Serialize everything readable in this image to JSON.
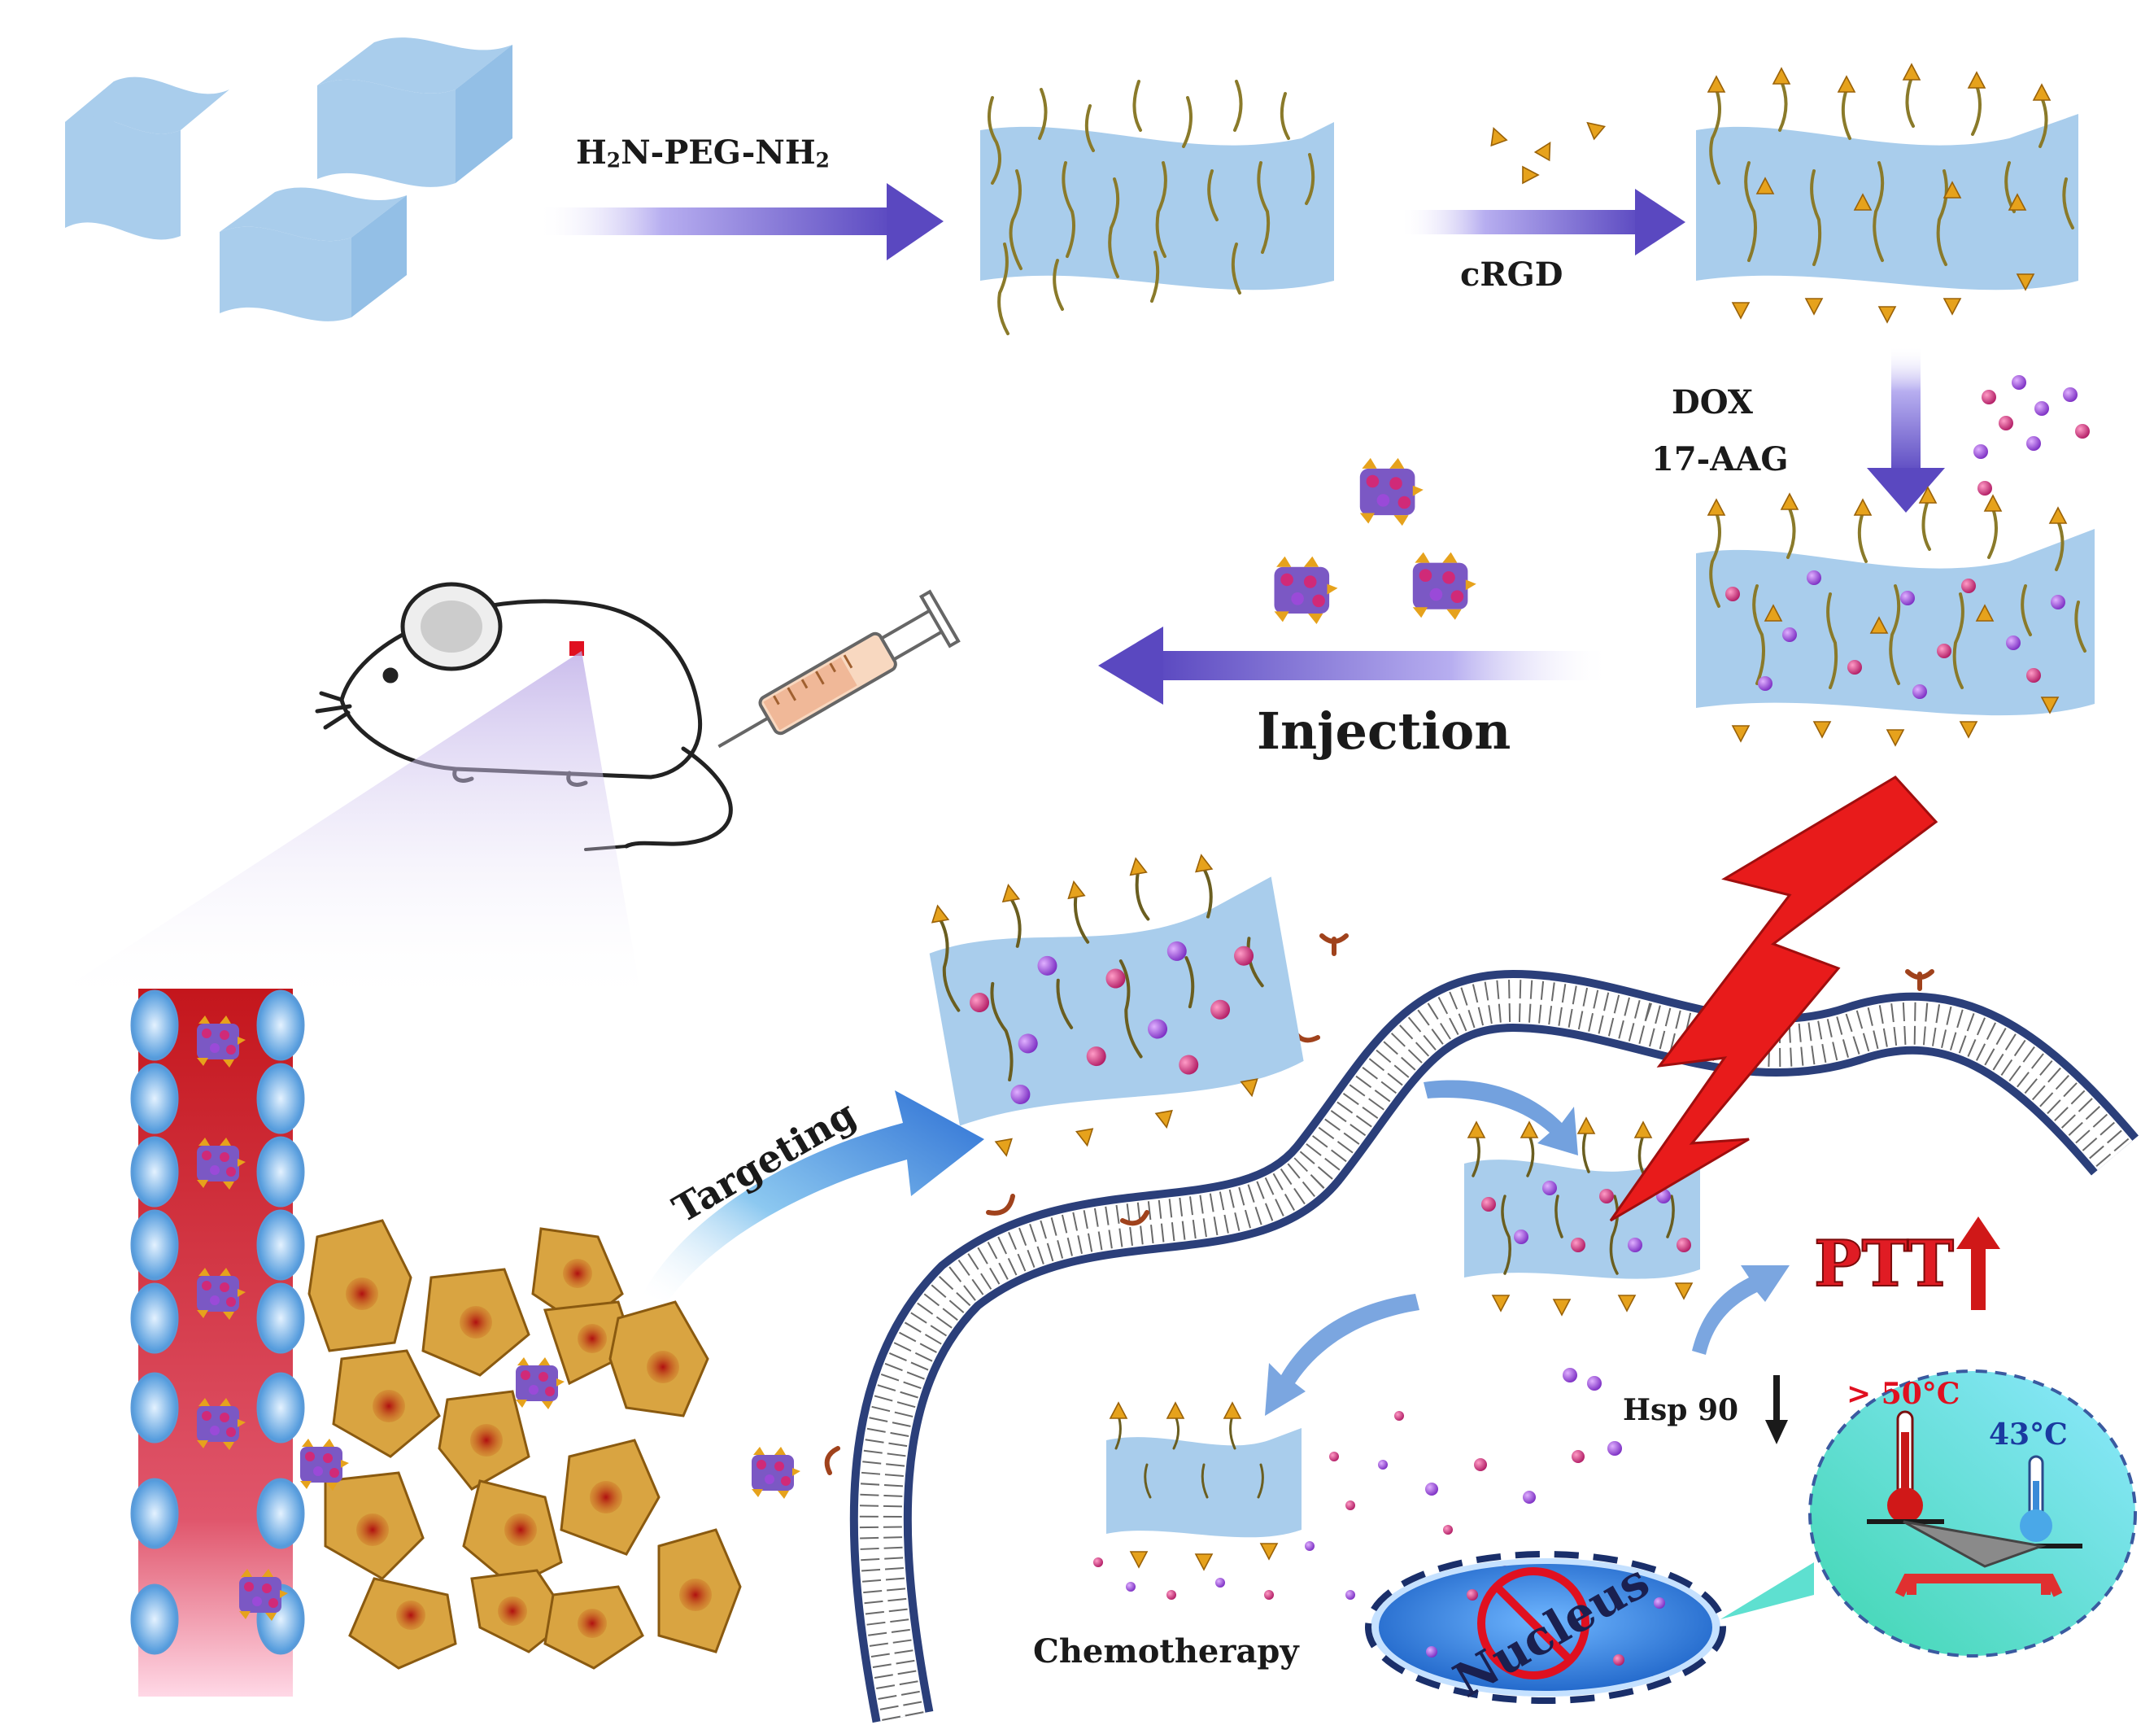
{
  "labels": {
    "peg_prefix": "H",
    "peg_sub1": "2",
    "peg_mid": "N-PEG-NH",
    "peg_sub2": "2",
    "crgd": "cRGD",
    "dox": "DOX",
    "aag": "17-AAG",
    "injection": "Injection",
    "targeting": "Targeting",
    "ptt": "PTT",
    "hsp": "Hsp 90",
    "chemo": "Chemotherapy",
    "nucleus": "Nucleus",
    "temp_high": "> 50°C",
    "temp_low": "43°C"
  },
  "colors": {
    "sheet_blue": "#a9cdec",
    "arrow_purple": "#6a5cc4",
    "peg_chain": "#8a7a2a",
    "crgd_gold": "#e6a21c",
    "dox_magenta": "#d02a78",
    "aag_violet": "#9a4ad8",
    "membrane_bead": "#2b3f7a",
    "vessel_red": "#c81e1e",
    "cell_tan": "#d9a441",
    "lightning_red": "#e81b1b",
    "ptt_red": "#e01c24",
    "thermo_panel": "#5ee0d0"
  }
}
